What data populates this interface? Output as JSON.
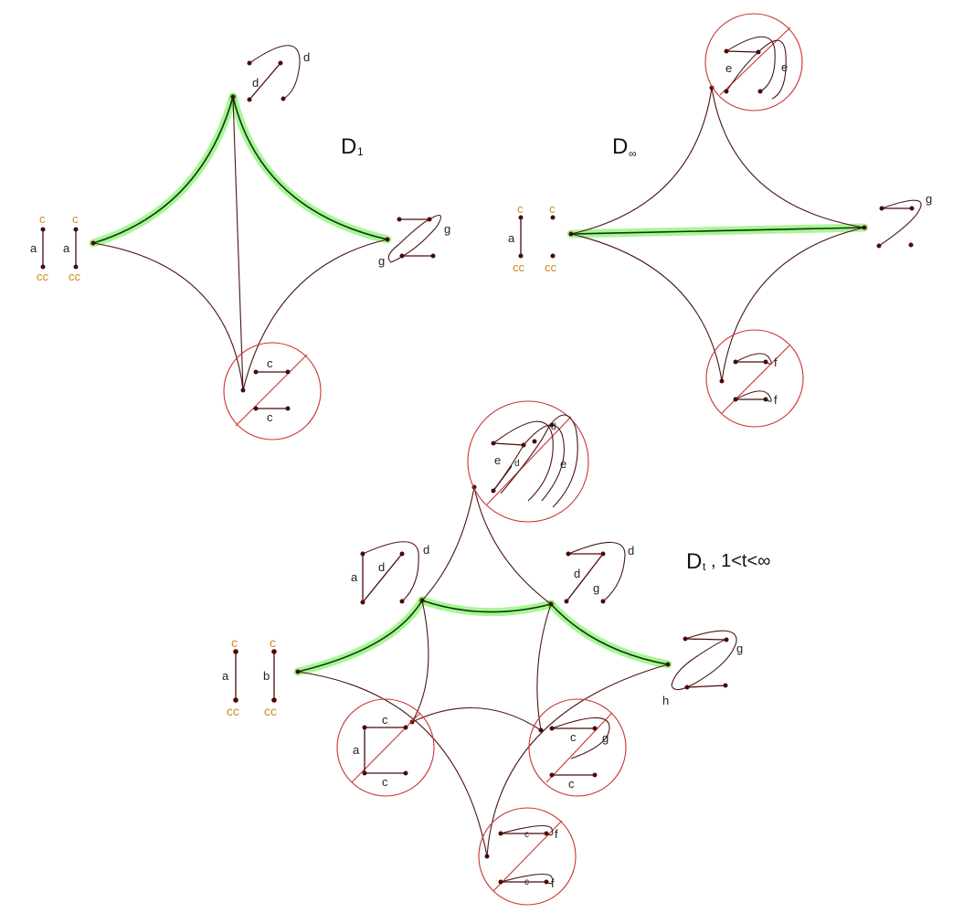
{
  "panels": {
    "d1": {
      "title": "D",
      "sub": "1"
    },
    "dinf": {
      "title": "D",
      "sub": "∞"
    },
    "dt": {
      "title": "D",
      "sub": "t",
      "range": ", 1<t<∞"
    }
  },
  "labels": {
    "a": "a",
    "b": "b",
    "c": "c",
    "cc": "cc",
    "d": "d",
    "e": "e",
    "f": "f",
    "g": "g",
    "h": "h"
  },
  "colors": {
    "highlight": "#5df03c",
    "circle": "#cc3333",
    "orange": "#d08a1e"
  }
}
